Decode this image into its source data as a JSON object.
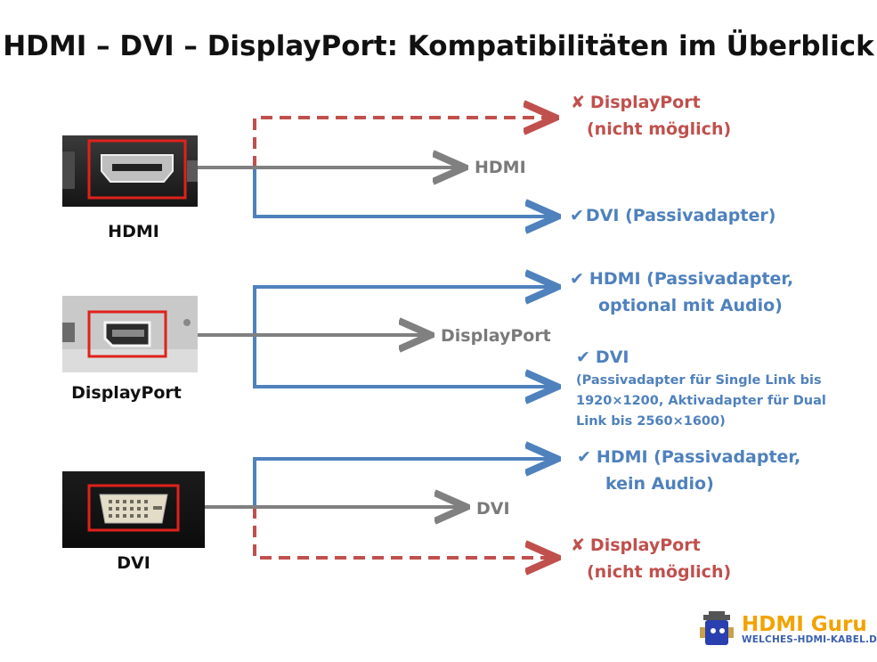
{
  "title": "HDMI – DVI – DisplayPort: Kompatibilitäten im Überblick",
  "ports": [
    {
      "caption": "HDMI",
      "target_label": "HDMI"
    },
    {
      "caption": "DisplayPort",
      "target_label": "DisplayPort"
    },
    {
      "caption": "DVI",
      "target_label": "DVI"
    }
  ],
  "hdmi_outputs": {
    "displayport": {
      "mark": "✘",
      "line1": "DisplayPort",
      "line2": "(nicht möglich)"
    },
    "dvi": {
      "mark": "✔",
      "line1": "DVI (Passivadapter)"
    }
  },
  "displayport_outputs": {
    "hdmi": {
      "mark": "✔",
      "line1": "HDMI (Passivadapter,",
      "line2": "optional mit Audio)"
    },
    "dvi": {
      "mark": "✔",
      "line1": "DVI",
      "detail1": "(Passivadapter für Single Link bis",
      "detail2": "1920×1200, Aktivadapter für Dual",
      "detail3": "Link bis 2560×1600)"
    }
  },
  "dvi_outputs": {
    "hdmi": {
      "mark": "✔",
      "line1": "HDMI (Passivadapter,",
      "line2": "kein Audio)"
    },
    "displayport": {
      "mark": "✘",
      "line1": "DisplayPort",
      "line2": "(nicht möglich)"
    }
  },
  "logo": {
    "name": "HDMI Guru",
    "url": "WELCHES-HDMI-KABEL.DE"
  },
  "colors": {
    "supported": "#4f81bd",
    "unsupported": "#c0504d",
    "neutral": "#808080"
  }
}
